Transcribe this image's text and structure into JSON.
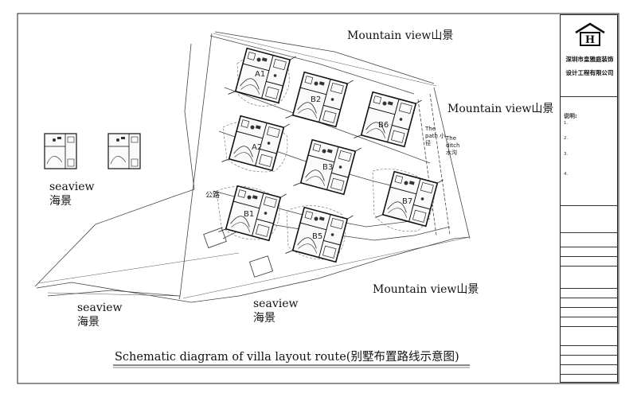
{
  "labels": {
    "mountain_view_top": "Mountain view山景",
    "mountain_view_right": "Mountain view山景",
    "mountain_view_bottom": "Mountain view山景",
    "seaview_left_en": "seaview",
    "seaview_left_cn": "海景",
    "seaview_bottom_left_en": "seaview",
    "seaview_bottom_left_cn": "海景",
    "seaview_bottom_mid_en": "seaview",
    "seaview_bottom_mid_cn": "海景",
    "road": "公路",
    "path": "The path 小径",
    "ditch": "The ditch 水沟"
  },
  "villas": [
    {
      "id": "A1"
    },
    {
      "id": "B2"
    },
    {
      "id": "B6"
    },
    {
      "id": "A2"
    },
    {
      "id": "B3"
    },
    {
      "id": "B7"
    },
    {
      "id": "B1"
    },
    {
      "id": "B5"
    }
  ],
  "title": "Schematic diagram of villa layout route(别墅布置路线示意图)",
  "title_block": {
    "company_line1": "深圳市皇雅庭装饰",
    "company_line2": "设计工程有限公司",
    "notes_title": "说明:",
    "notes": [
      "1.",
      "2.",
      "3.",
      "4."
    ]
  }
}
